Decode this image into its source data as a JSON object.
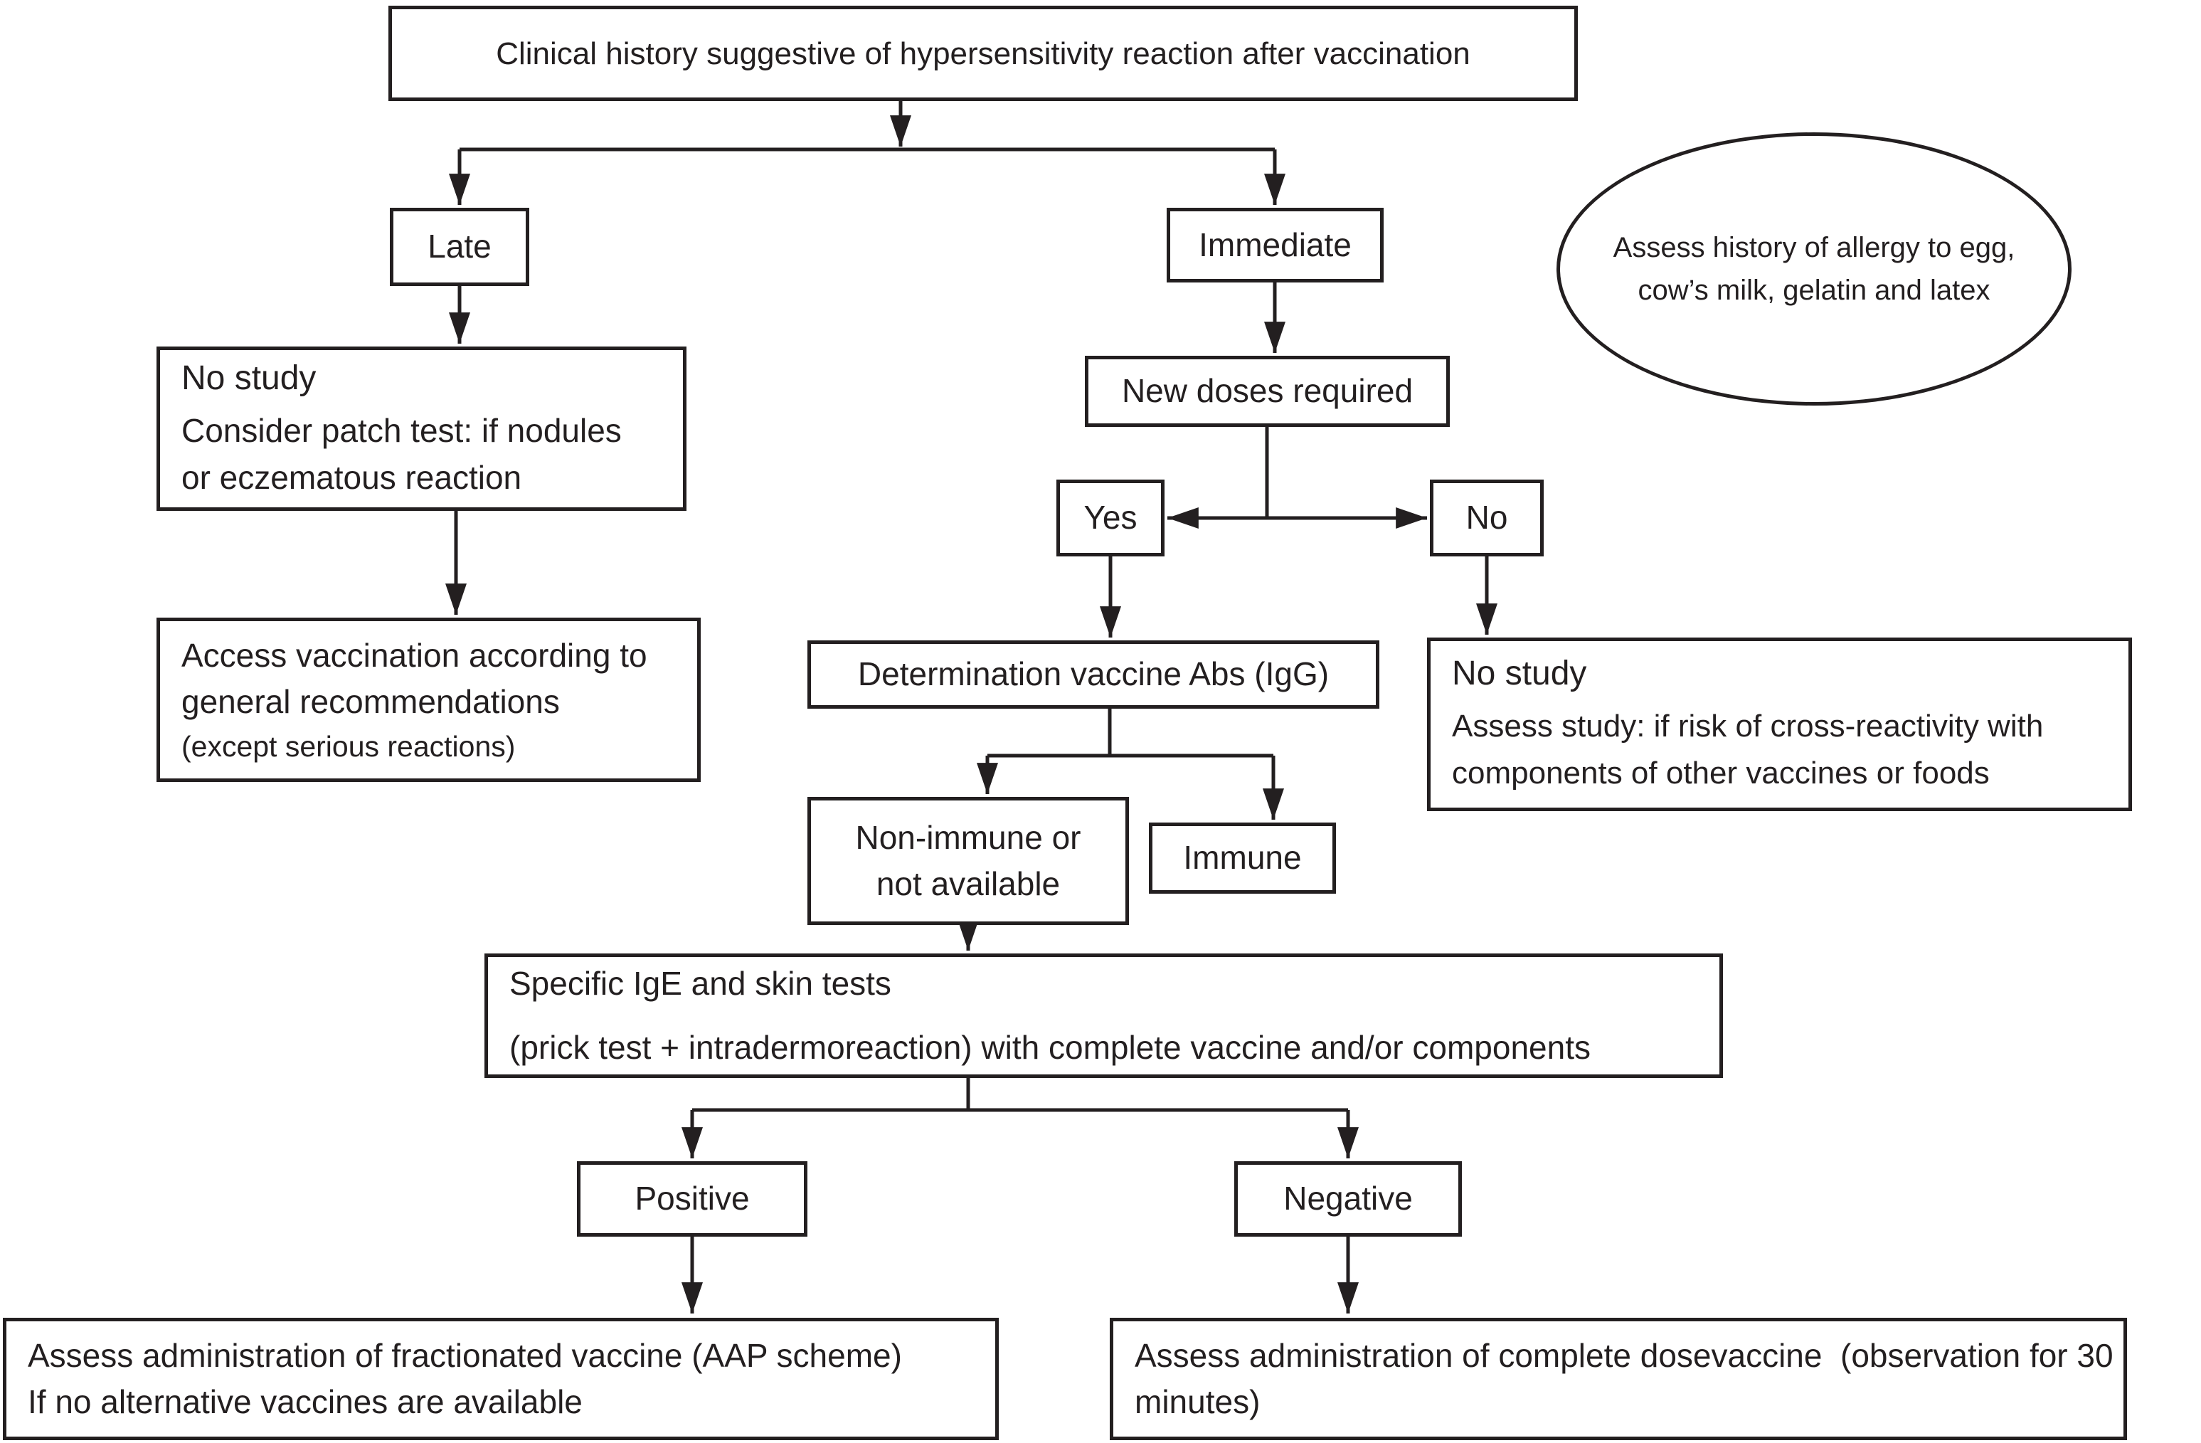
{
  "title": "Clinical history suggestive of hypersensitivity reaction after vaccination",
  "colors": {
    "ink": "#231f20",
    "background": "#ffffff"
  },
  "nodes": {
    "clinical_history": {
      "label": "Clinical history suggestive of hypersensitivity reaction after vaccination"
    },
    "late": {
      "label": "Late"
    },
    "immediate": {
      "label": "Immediate"
    },
    "allergy_note": {
      "line1": "Assess history of allergy to egg,",
      "line2": "cow’s milk, gelatin and latex"
    },
    "no_study_late": {
      "heading": "No study",
      "line1": "Consider patch test: if nodules",
      "line2": "or eczematous reaction"
    },
    "new_doses": {
      "label": "New doses required"
    },
    "yes": {
      "label": "Yes"
    },
    "no": {
      "label": "No"
    },
    "access_vaccination": {
      "line1": "Access vaccination according to",
      "line2": "general recommendations",
      "note": "(except serious reactions)"
    },
    "determination": {
      "label": "Determination vaccine Abs (IgG)"
    },
    "no_study_immediate": {
      "heading": "No study",
      "line1": "Assess study: if risk of cross-reactivity with",
      "line2": "components of other vaccines or foods"
    },
    "non_immune": {
      "line1": "Non-immune or",
      "line2": "not available"
    },
    "immune": {
      "label": "Immune"
    },
    "specific_ige": {
      "line1": "Specific IgE and skin tests",
      "line2": "(prick test + intradermoreaction) with complete vaccine and/or components"
    },
    "positive": {
      "label": "Positive"
    },
    "negative": {
      "label": "Negative"
    },
    "fractionated_vaccine": {
      "line1": "Assess administration of fractionated vaccine (AAP scheme)",
      "line2": "If no alternative vaccines are available"
    },
    "complete_dose": {
      "line1": "Assess administration of complete dosevaccine  (observation for 30",
      "line2": "minutes)"
    }
  }
}
